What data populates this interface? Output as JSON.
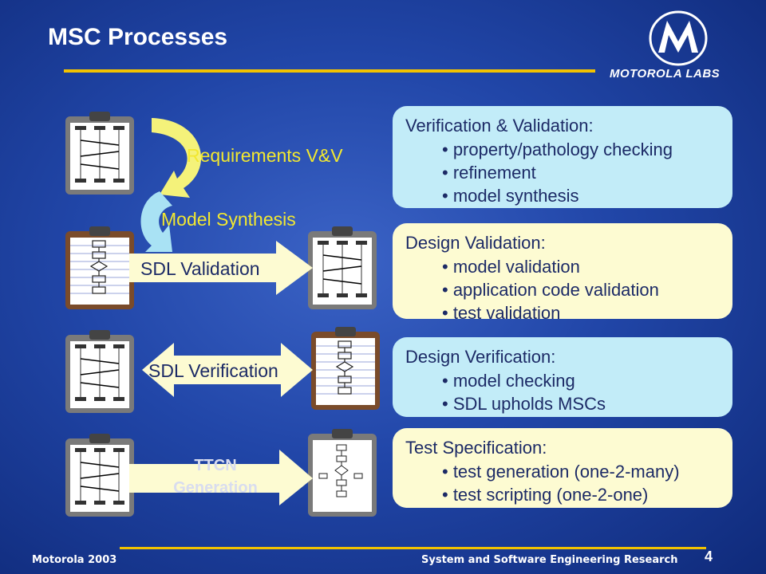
{
  "slide": {
    "title": "MSC Processes",
    "logo_text": "MOTOROLA LABS"
  },
  "arrows": {
    "requirements": "Requirements V&V",
    "model_synthesis": "Model Synthesis",
    "sdl_validation": "SDL Validation",
    "sdl_verification": "SDL Verification",
    "ttcn_line1": "TTCN",
    "ttcn_line2": "Generation"
  },
  "boxes": [
    {
      "heading": "Verification & Validation:",
      "items": [
        "• property/pathology checking",
        "• refinement",
        "• model synthesis"
      ]
    },
    {
      "heading": "Design Validation:",
      "items": [
        "• model validation",
        "• application code validation",
        "• test validation"
      ]
    },
    {
      "heading": "Design Verification:",
      "items": [
        "• model checking",
        "• SDL upholds MSCs"
      ]
    },
    {
      "heading": "Test Specification:",
      "items": [
        "• test generation (one-2-many)",
        "• test scripting (one-2-one)"
      ]
    }
  ],
  "footer": {
    "left": "Motorola 2003",
    "right": "System and Software Engineering Research",
    "page": "4"
  },
  "colors": {
    "accent_yellow": "#f2c200",
    "box_blue": "#c2ecf8",
    "box_yellow": "#fdfbd2",
    "text_dark": "#1c2a66"
  }
}
